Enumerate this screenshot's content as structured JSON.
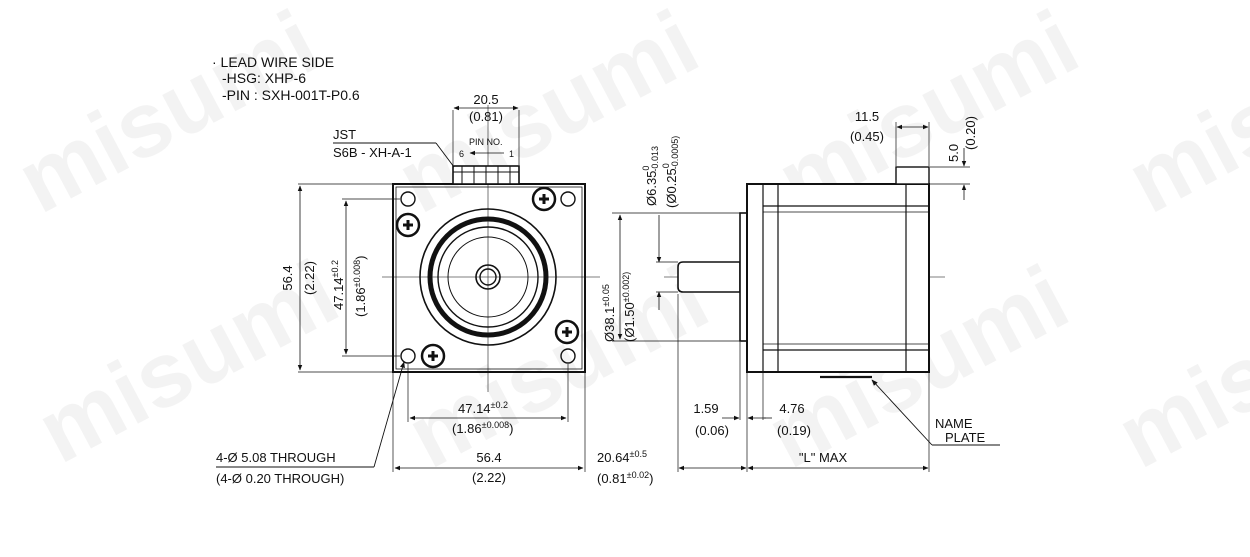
{
  "lead_wire_note": {
    "title": "· LEAD WIRE SIDE",
    "hsg": "-HSG: XHP-6",
    "pin": "-PIN : SXH-001T-P0.6"
  },
  "connector": {
    "maker": "JST",
    "part": "S6B - XH-A-1",
    "pin_no_label": "PIN NO.",
    "pin_6": "6",
    "pin_1": "1",
    "width_mm": "20.5",
    "width_in": "(0.81)"
  },
  "front_view": {
    "height_mm": "56.4",
    "height_in": "(2.22)",
    "hole_pitch_v_mm": "47.14",
    "hole_pitch_v_tol": "±0.2",
    "hole_pitch_v_in": "(1.86",
    "hole_pitch_v_in_tol": "±0.008",
    "hole_pitch_h_mm": "47.14",
    "hole_pitch_h_tol": "±0.2",
    "hole_pitch_h_in": "(1.86",
    "hole_pitch_h_in_tol": "±0.008",
    "width_mm": "56.4",
    "width_in": "(2.22)",
    "holes_mm": "4-Ø 5.08 THROUGH",
    "holes_in": "(4-Ø 0.20 THROUGH)"
  },
  "side_view": {
    "shaft_dia_mm": "Ø6.35",
    "shaft_dia_mm_tol_top": "0",
    "shaft_dia_mm_tol_bot": "-0.013",
    "shaft_dia_in": "(Ø0.25",
    "shaft_dia_in_tol_top": "0",
    "shaft_dia_in_tol_bot": "-0.0005)",
    "pilot_dia_mm": "Ø38.1",
    "pilot_dia_mm_tol": "±0.05",
    "pilot_dia_in": "(Ø1.50",
    "pilot_dia_in_tol": "±0.002)",
    "connector_len_mm": "11.5",
    "connector_len_in": "(0.45)",
    "connector_h_mm": "5.0",
    "connector_h_in": "(0.20)",
    "pilot_len_mm": "1.59",
    "pilot_len_in": "(0.06)",
    "flange_mm": "4.76",
    "flange_in": "(0.19)",
    "shaft_len_mm": "20.64",
    "shaft_len_mm_tol": "±0.5",
    "shaft_len_in": "(0.81",
    "shaft_len_in_tol": "±0.02",
    "body_len": "\"L\" MAX",
    "name_plate_1": "NAME",
    "name_plate_2": "PLATE"
  },
  "watermark": "misumi"
}
